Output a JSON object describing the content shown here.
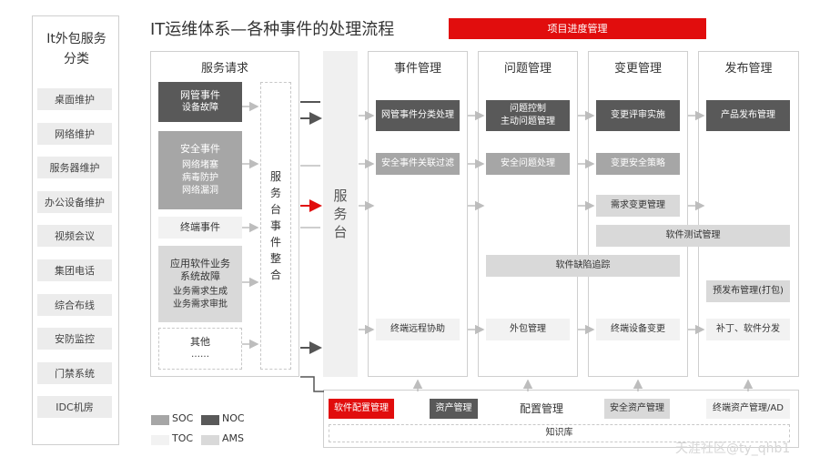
{
  "left_panel": {
    "title_line1": "It外包服务",
    "title_line2": "分类",
    "items": [
      "桌面维护",
      "网络维护",
      "服务器维护",
      "办公设备维护",
      "视频会议",
      "集团电话",
      "综合布线",
      "安防监控",
      "门禁系统",
      "IDC机房"
    ]
  },
  "header": {
    "title": "IT运维体系—各种事件的处理流程",
    "project_bar": "项目进度管理"
  },
  "service_request": {
    "title": "服务请求",
    "noc_event": {
      "title": "网管事件",
      "sub": "设备故障"
    },
    "soc_event": {
      "title": "安全事件",
      "subs": [
        "网络堵塞",
        "病毒防护",
        "网络漏洞"
      ]
    },
    "terminal_event": "终端事件",
    "app_event": {
      "title1": "应用软件业务",
      "title2": "系统故障",
      "subs": [
        "业务需求生成",
        "业务需求审批"
      ]
    },
    "other": {
      "title": "其他",
      "sub": "……"
    },
    "integration": [
      "服",
      "务",
      "台",
      "事",
      "件",
      "整",
      "合"
    ]
  },
  "service_desk": [
    "服",
    "务",
    "台"
  ],
  "columns": {
    "event": {
      "title": "事件管理",
      "items": {
        "noc": "网管事件分类处理",
        "soc": "安全事件关联过滤",
        "remote": "终端远程协助"
      }
    },
    "problem": {
      "title": "问题管理",
      "items": {
        "control1": "问题控制",
        "control2": "主动问题管理",
        "security": "安全问题处理",
        "outsourcing": "外包管理"
      }
    },
    "change": {
      "title": "变更管理",
      "items": {
        "review": "变更评审实施",
        "security": "变更安全策略",
        "demand": "需求变更管理",
        "terminal": "终端设备变更"
      }
    },
    "release": {
      "title": "发布管理",
      "items": {
        "product": "产品发布管理",
        "prerelease": "预发布管理(打包)",
        "patch": "补丁、软件分发"
      }
    }
  },
  "spanning": {
    "software_test": "软件测试管理",
    "defect_tracking": "软件缺陷追踪"
  },
  "config": {
    "title": "配置管理",
    "software": "软件配置管理",
    "asset": "资产管理",
    "security_asset": "安全资产管理",
    "terminal_asset": "终端资产管理/AD",
    "knowledge": "知识库"
  },
  "legend": {
    "soc": "SOC",
    "noc": "NOC",
    "toc": "TOC",
    "ams": "AMS",
    "colors": {
      "soc": "#a6a6a6",
      "noc": "#595959",
      "toc": "#f2f2f2",
      "ams": "#d9d9d9"
    }
  },
  "watermark": "天涯社区@ty_qhb1",
  "colors": {
    "accent": "#e10d0d",
    "dark": "#595959",
    "mid": "#a6a6a6",
    "light": "#d9d9d9",
    "pale": "#f2f2f2"
  }
}
